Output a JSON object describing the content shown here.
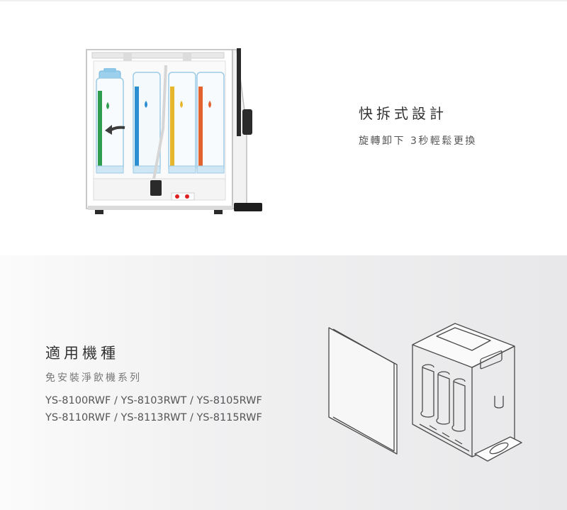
{
  "feature": {
    "title": "快拆式設計",
    "subtitle": "旋轉卸下 3秒輕鬆更換"
  },
  "compatibility": {
    "title": "適用機種",
    "subtitle": "免安裝淨飲機系列",
    "models": [
      "YS-8100RWF / YS-8103RWT / YS-8105RWF",
      "YS-8110RWF / YS-8113RWT / YS-8115RWF"
    ]
  },
  "filters": [
    {
      "color": "#2f9e4f"
    },
    {
      "color": "#2b8ed0"
    },
    {
      "color": "#e6b72c"
    },
    {
      "color": "#e2632f"
    }
  ],
  "colors": {
    "accent_blue": "#5ab4e6",
    "text_dark": "#333333",
    "valve_red": "#e02020"
  },
  "icons": [
    "water-drop-icon",
    "rotate-arrow-icon",
    "down-arrow-icon"
  ]
}
